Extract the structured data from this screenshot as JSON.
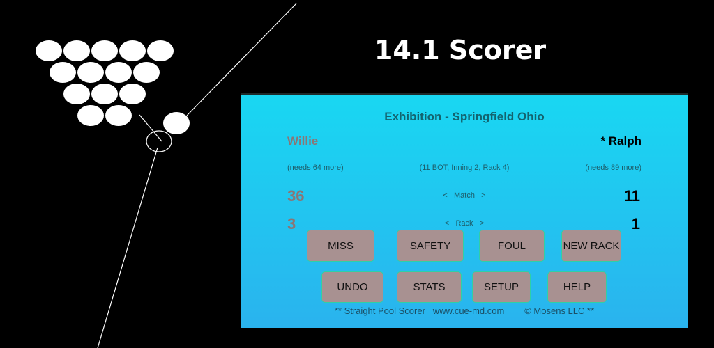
{
  "app_title": "14.1 Scorer",
  "match_title": "Exhibition - Springfield Ohio",
  "player1": {
    "name": "Willie",
    "needs": "(needs 64 more)",
    "match_score": "36",
    "rack_score": "3"
  },
  "player2": {
    "name": "* Ralph",
    "needs": "(needs 89 more)",
    "match_score": "11",
    "rack_score": "1"
  },
  "status": "(11 BOT, Inning 2, Rack 4)",
  "match_nav": {
    "prev": "<",
    "label": "Match",
    "next": ">"
  },
  "rack_nav": {
    "prev": "<",
    "label": "Rack",
    "next": ">"
  },
  "buttons": {
    "miss": "MISS",
    "safety": "SAFETY",
    "foul": "FOUL",
    "new_rack": "NEW RACK",
    "undo": "UNDO",
    "stats": "STATS",
    "setup": "SETUP",
    "help": "HELP"
  },
  "footer": "** Straight Pool Scorer   www.cue-md.com        © Mosens LLC **"
}
